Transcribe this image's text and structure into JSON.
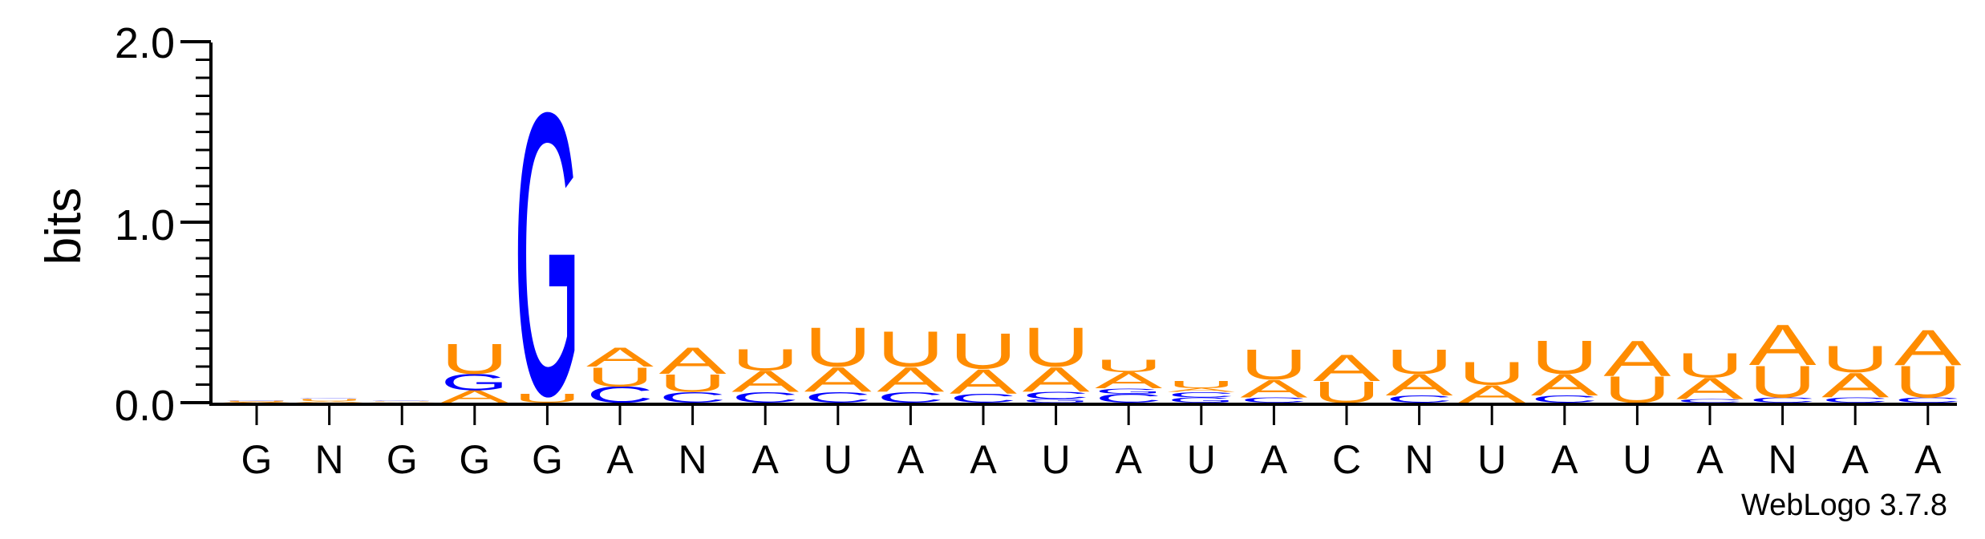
{
  "chart_data": {
    "type": "sequence-logo",
    "ylabel": "bits",
    "ylim": [
      0,
      2.0
    ],
    "y_ticks": [
      "0.0",
      "1.0",
      "2.0"
    ],
    "x_labels": [
      "G",
      "N",
      "G",
      "G",
      "G",
      "A",
      "N",
      "A",
      "U",
      "A",
      "A",
      "U",
      "A",
      "U",
      "A",
      "C",
      "N",
      "U",
      "A",
      "U",
      "A",
      "N",
      "A",
      "A"
    ],
    "colors": {
      "A": "#ff8c00",
      "U": "#ff8c00",
      "G": "#0000ff",
      "C": "#0000ff"
    },
    "stacks": [
      [
        [
          "A",
          0.005
        ],
        [
          "U",
          0.005
        ],
        [
          "G",
          0.003
        ]
      ],
      [
        [
          "A",
          0.01
        ],
        [
          "U",
          0.012
        ],
        [
          "G",
          0.003
        ]
      ],
      [
        [
          "A",
          0.004
        ],
        [
          "U",
          0.004
        ],
        [
          "G",
          0.002
        ]
      ],
      [
        [
          "A",
          0.07
        ],
        [
          "G",
          0.09
        ],
        [
          "U",
          0.17
        ]
      ],
      [
        [
          "U",
          0.05
        ],
        [
          "G",
          1.6
        ]
      ],
      [
        [
          "C",
          0.09
        ],
        [
          "U",
          0.11
        ],
        [
          "A",
          0.11
        ]
      ],
      [
        [
          "C",
          0.06
        ],
        [
          "U",
          0.1
        ],
        [
          "A",
          0.15
        ]
      ],
      [
        [
          "C",
          0.06
        ],
        [
          "A",
          0.12
        ],
        [
          "U",
          0.12
        ]
      ],
      [
        [
          "C",
          0.06
        ],
        [
          "A",
          0.14
        ],
        [
          "U",
          0.22
        ]
      ],
      [
        [
          "C",
          0.06
        ],
        [
          "A",
          0.14
        ],
        [
          "U",
          0.2
        ]
      ],
      [
        [
          "C",
          0.05
        ],
        [
          "A",
          0.14
        ],
        [
          "U",
          0.2
        ]
      ],
      [
        [
          "G",
          0.02
        ],
        [
          "C",
          0.04
        ],
        [
          "A",
          0.14
        ],
        [
          "U",
          0.22
        ]
      ],
      [
        [
          "C",
          0.05
        ],
        [
          "G",
          0.03
        ],
        [
          "A",
          0.09
        ],
        [
          "U",
          0.07
        ]
      ],
      [
        [
          "G",
          0.03
        ],
        [
          "C",
          0.03
        ],
        [
          "A",
          0.02
        ],
        [
          "U",
          0.04
        ]
      ],
      [
        [
          "C",
          0.03
        ],
        [
          "A",
          0.1
        ],
        [
          "U",
          0.17
        ]
      ],
      [
        [
          "U",
          0.12
        ],
        [
          "A",
          0.15
        ]
      ],
      [
        [
          "C",
          0.04
        ],
        [
          "A",
          0.12
        ],
        [
          "U",
          0.14
        ]
      ],
      [
        [
          "A",
          0.1
        ],
        [
          "U",
          0.13
        ]
      ],
      [
        [
          "C",
          0.04
        ],
        [
          "A",
          0.12
        ],
        [
          "U",
          0.19
        ]
      ],
      [
        [
          "U",
          0.15
        ],
        [
          "A",
          0.2
        ]
      ],
      [
        [
          "C",
          0.02
        ],
        [
          "A",
          0.12
        ],
        [
          "U",
          0.14
        ]
      ],
      [
        [
          "C",
          0.03
        ],
        [
          "U",
          0.18
        ],
        [
          "A",
          0.23
        ]
      ],
      [
        [
          "C",
          0.03
        ],
        [
          "A",
          0.14
        ],
        [
          "U",
          0.15
        ]
      ],
      [
        [
          "C",
          0.03
        ],
        [
          "U",
          0.18
        ],
        [
          "A",
          0.2
        ]
      ]
    ]
  },
  "footer": {
    "credit": "WebLogo 3.7.8"
  }
}
